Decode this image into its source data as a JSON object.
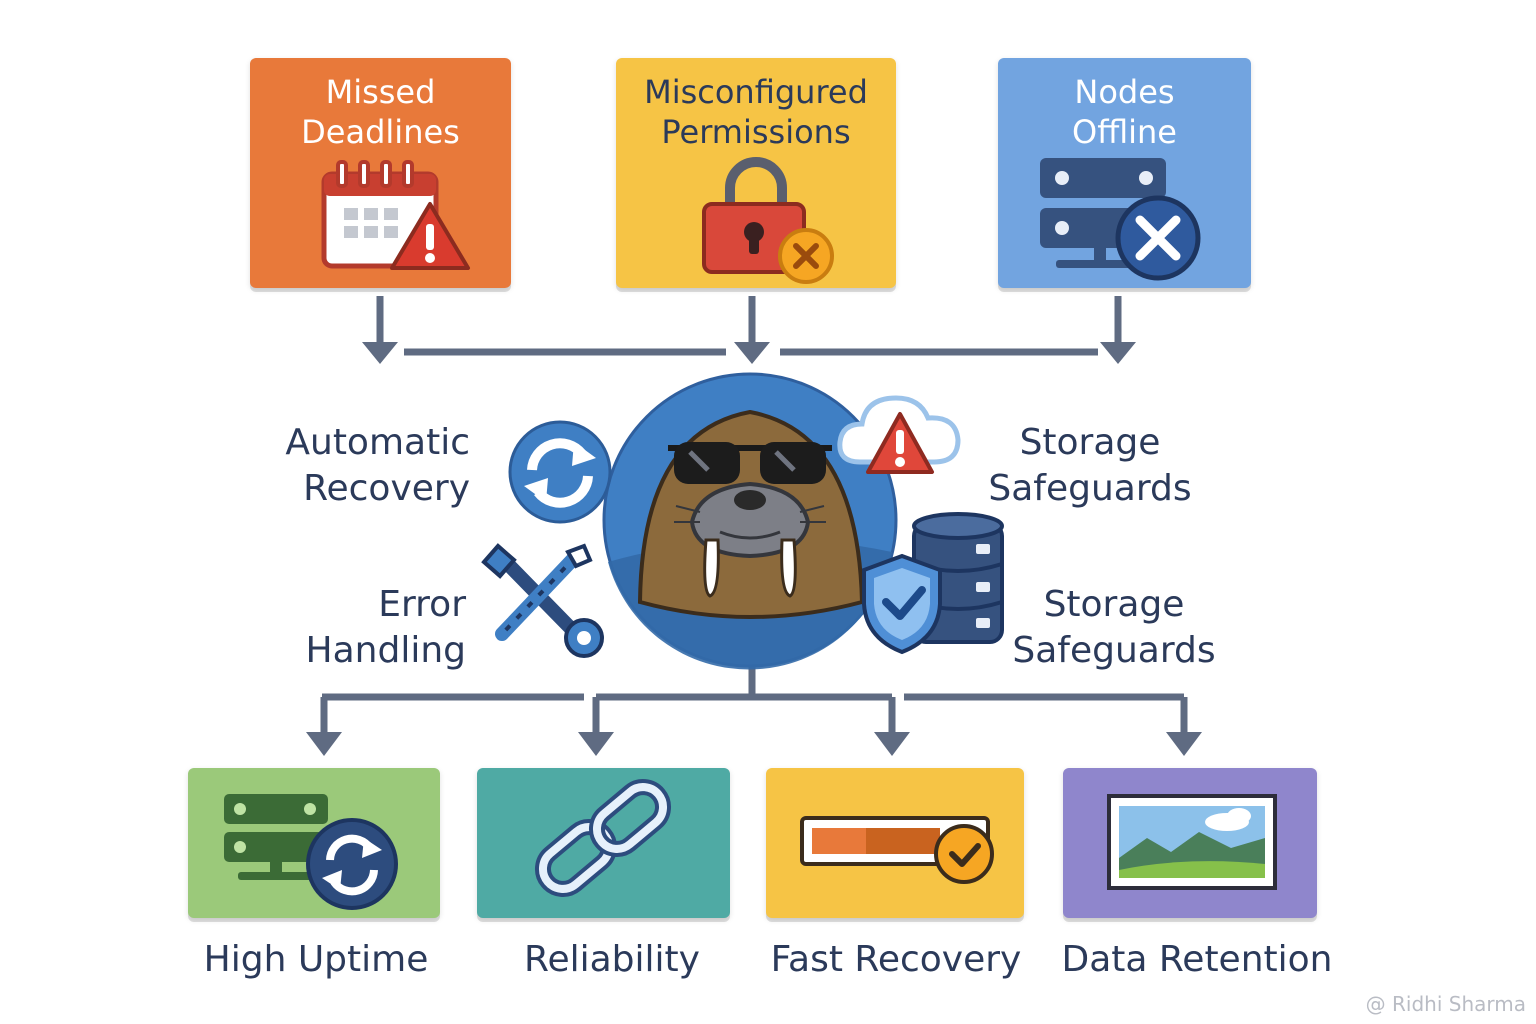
{
  "top_cards": [
    {
      "label": "Missed\nDeadlines",
      "color": "#e8793a",
      "icon": "calendar-warning-icon"
    },
    {
      "label": "Misconfigured\nPermissions",
      "color": "#f6c445",
      "icon": "padlock-error-icon"
    },
    {
      "label": "Nodes\nOffline",
      "color": "#72a4e0",
      "icon": "server-offline-icon"
    }
  ],
  "center": {
    "icon": "walrus-sunglasses-icon",
    "color": "#3f7fc4"
  },
  "features": {
    "automatic_recovery": "Automatic\nRecovery",
    "storage_safeguards_top": "Storage\nSafeguards",
    "error_handling": "Error\nHandling",
    "storage_safeguards_bottom": "Storage\nSafeguards"
  },
  "bottom_cards": [
    {
      "label": "High Uptime",
      "color": "#9bc97a",
      "icon": "server-sync-icon"
    },
    {
      "label": "Reliability",
      "color": "#4faaa4",
      "icon": "chain-link-icon"
    },
    {
      "label": "Fast Recovery",
      "color": "#f6c445",
      "icon": "progress-check-icon"
    },
    {
      "label": "Data Retention",
      "color": "#8f86cc",
      "icon": "image-icon"
    }
  ],
  "watermark": "@ Ridhi Sharma",
  "arrow_color": "#5f6b82"
}
